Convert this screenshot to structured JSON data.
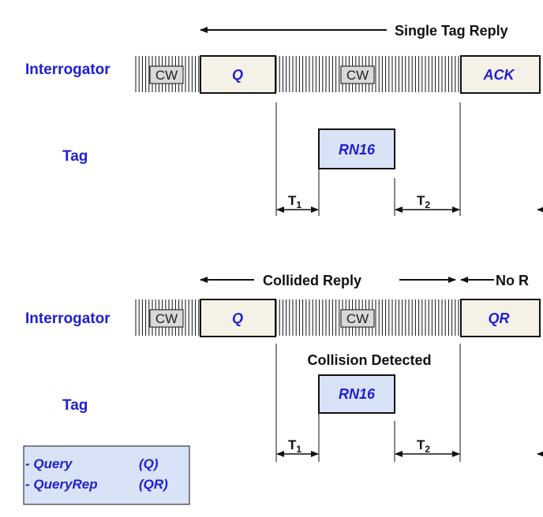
{
  "colors": {
    "label_text": "#1f1fd1",
    "box_fill": "#f4f1e6",
    "tag_box_fill": "#d8e3f8",
    "cw_fill": "#d9d9d9",
    "legend_fill": "#d8e3f8",
    "line": "#111111"
  },
  "top": {
    "interrogator_label": "Interrogator",
    "tag_label": "Tag",
    "title": "Single Tag Reply",
    "cw1": "CW",
    "cmd": "Q",
    "cw2": "CW",
    "reply": "RN16",
    "ack": "ACK",
    "t1": "T",
    "t1_sub": "1",
    "t2": "T",
    "t2_sub": "2"
  },
  "bottom": {
    "interrogator_label": "Interrogator",
    "tag_label": "Tag",
    "title_left": "Collided Reply",
    "title_right": "No R",
    "cw1": "CW",
    "cmd": "Q",
    "cw2": "CW",
    "caption": "Collision Detected",
    "reply": "RN16",
    "cmd2": "QR",
    "t1": "T",
    "t1_sub": "1",
    "t2": "T",
    "t2_sub": "2"
  },
  "legend": {
    "row1_name": "- Query",
    "row1_abbr": "(Q)",
    "row2_name": "- QueryRep",
    "row2_abbr": "(QR)"
  }
}
